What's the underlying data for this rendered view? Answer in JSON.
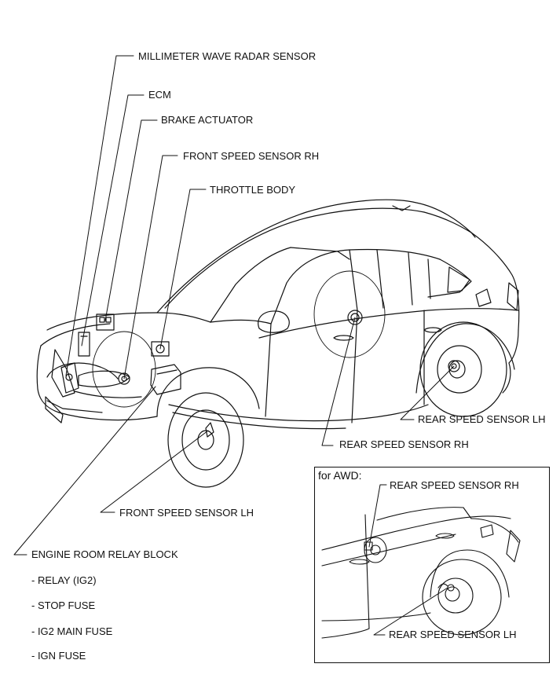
{
  "labels": {
    "millimeter_wave_radar_sensor": "MILLIMETER WAVE RADAR SENSOR",
    "ecm": "ECM",
    "brake_actuator": "BRAKE ACTUATOR",
    "front_speed_sensor_rh": "FRONT SPEED SENSOR RH",
    "throttle_body": "THROTTLE BODY",
    "rear_speed_sensor_lh": "REAR SPEED SENSOR LH",
    "rear_speed_sensor_rh": "REAR SPEED SENSOR RH",
    "front_speed_sensor_lh": "FRONT SPEED SENSOR LH",
    "engine_room_relay_block": "ENGINE ROOM RELAY BLOCK",
    "relay_ig2": "- RELAY (IG2)",
    "stop_fuse": "- STOP FUSE",
    "ig2_main_fuse": "- IG2 MAIN FUSE",
    "ign_fuse": "- IGN FUSE"
  },
  "inset": {
    "title": "for AWD:",
    "rear_speed_sensor_rh": "REAR SPEED SENSOR RH",
    "rear_speed_sensor_lh": "REAR SPEED SENSOR LH"
  },
  "colors": {
    "line": "#111111",
    "background": "#ffffff"
  }
}
